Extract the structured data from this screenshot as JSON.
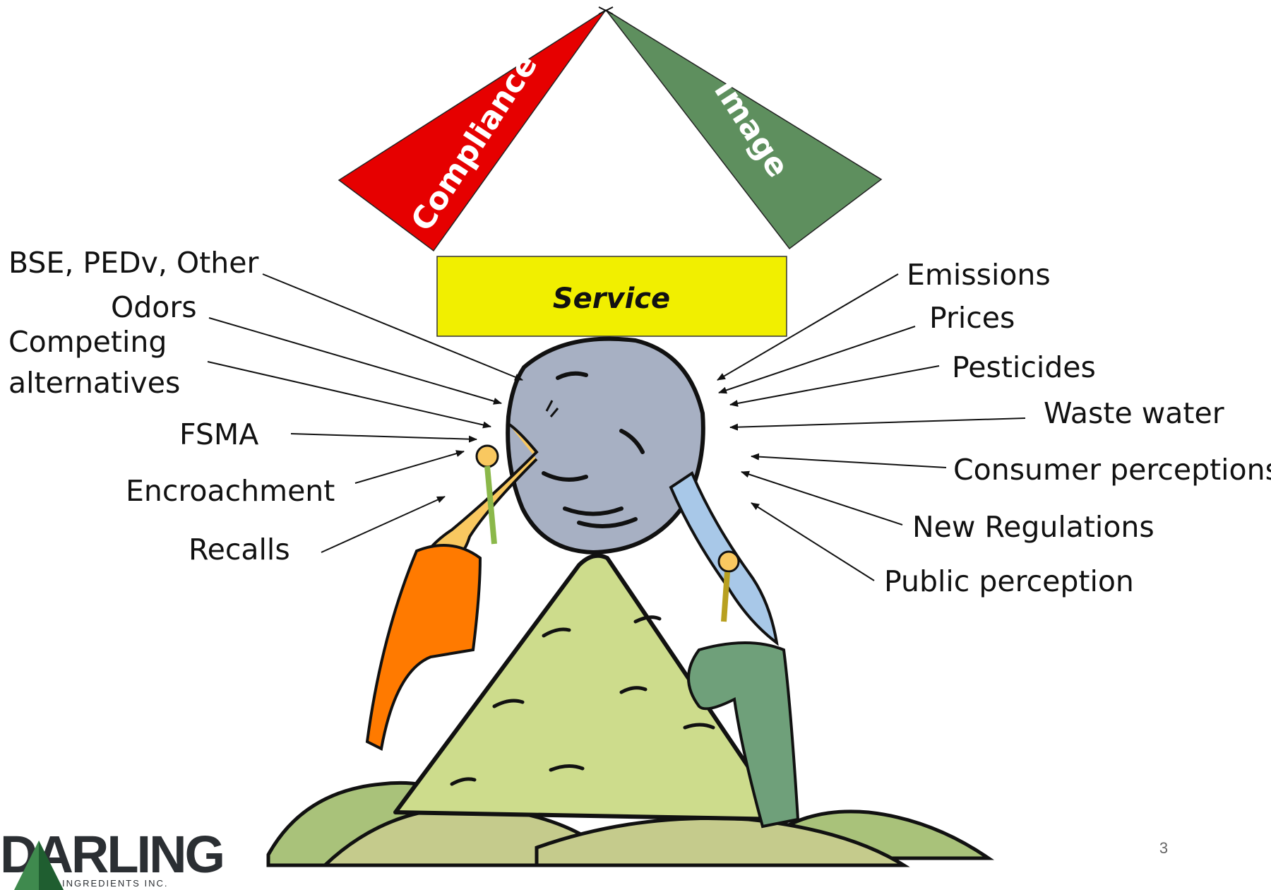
{
  "triangles": {
    "left": {
      "label": "Compliance",
      "color": "#e60000"
    },
    "right": {
      "label": "Image",
      "color": "#5e8f5e"
    }
  },
  "service": {
    "label": "Service",
    "color": "#f1ef00"
  },
  "left_labels": [
    {
      "lines": [
        "BSE, PEDv, Other"
      ]
    },
    {
      "lines": [
        "Odors"
      ]
    },
    {
      "lines": [
        "Competing",
        "alternatives"
      ]
    },
    {
      "lines": [
        "FSMA"
      ]
    },
    {
      "lines": [
        "Encroachment"
      ]
    },
    {
      "lines": [
        "Recalls"
      ]
    }
  ],
  "right_labels": [
    {
      "lines": [
        "Emissions"
      ]
    },
    {
      "lines": [
        "Prices"
      ]
    },
    {
      "lines": [
        "Pesticides"
      ]
    },
    {
      "lines": [
        "Waste water"
      ]
    },
    {
      "lines": [
        "Consumer perceptions"
      ]
    },
    {
      "lines": [
        "New Regulations"
      ]
    },
    {
      "lines": [
        "Public perception"
      ]
    }
  ],
  "logo": {
    "name": "DARLING",
    "sub": "INGREDIENTS INC."
  },
  "page_number": "3"
}
